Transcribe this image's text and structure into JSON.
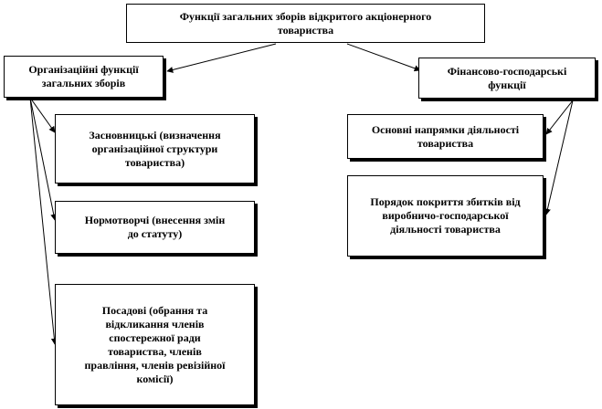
{
  "diagram": {
    "root": {
      "label": "Функції загальних зборів відкритого акціонерного\nтовариства"
    },
    "left_branch": {
      "label": "Організаційні функції\nзагальних зборів",
      "children": [
        {
          "label": "Засновницькі (визначення\nорганізаційної структури\nтовариства)"
        },
        {
          "label": "Нормотворчі (внесення змін\nдо статуту)"
        },
        {
          "label": "Посадові (обрання та\nвідкликання членів\nспостережної ради\nтовариства, членів\nправління, членів ревізійної\nкомісії)"
        }
      ]
    },
    "right_branch": {
      "label": "Фінансово-господарські\nфункції",
      "children": [
        {
          "label": "Основні напрямки діяльності\nтовариства"
        },
        {
          "label": "Порядок покриття збитків від\nвиробничо-господарської\nдіяльності товариства"
        }
      ]
    }
  }
}
